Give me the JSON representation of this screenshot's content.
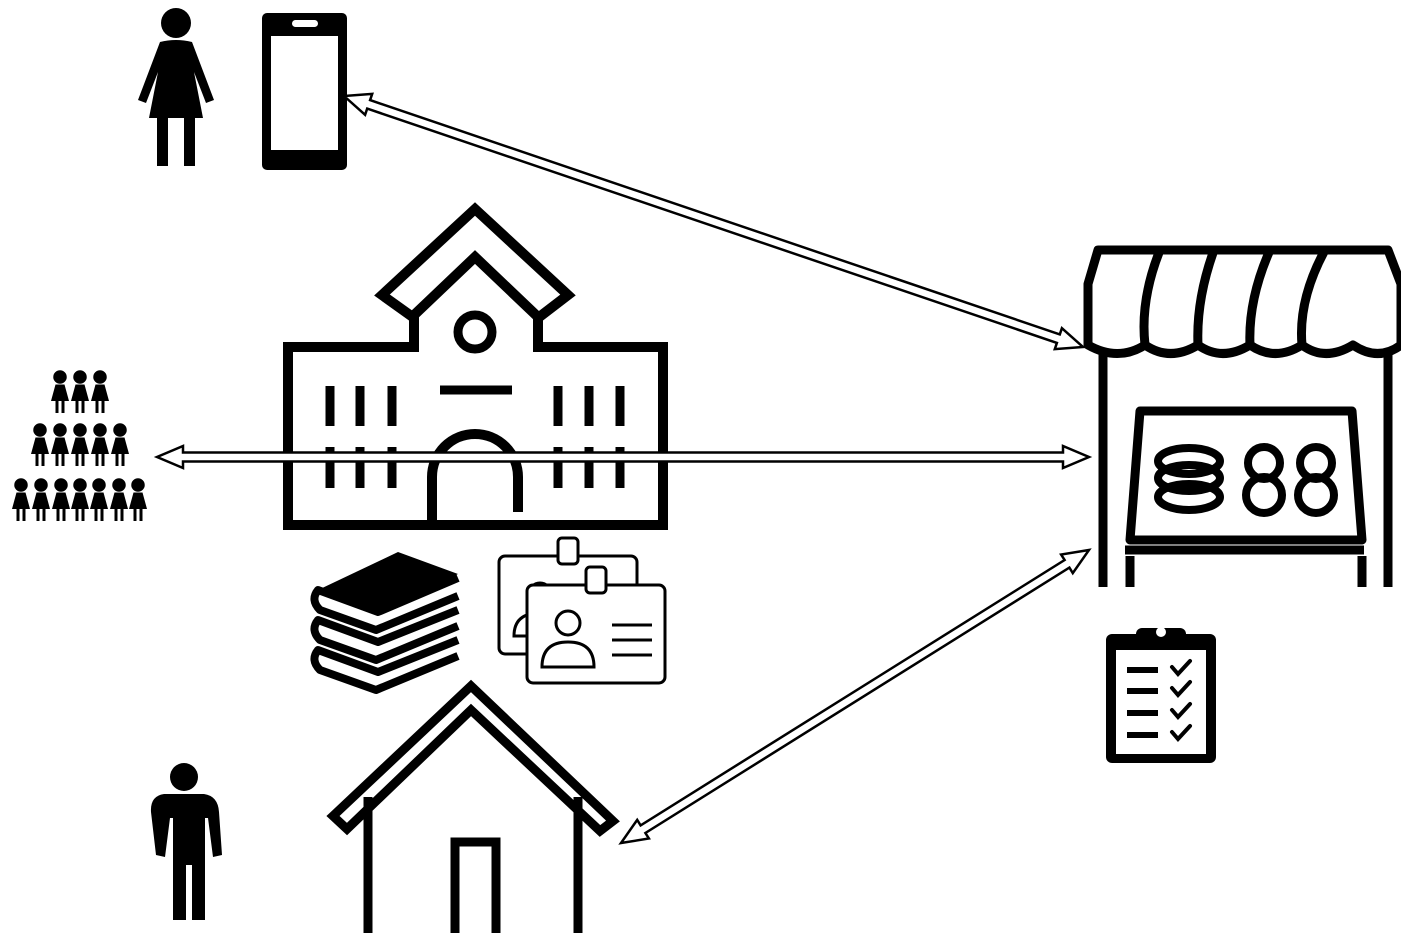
{
  "diagram": {
    "background": "#ffffff",
    "ink": "#000000",
    "nodes": [
      {
        "id": "woman",
        "icon": "woman-icon"
      },
      {
        "id": "phone",
        "icon": "smartphone-icon"
      },
      {
        "id": "crowd",
        "icon": "crowd-icon"
      },
      {
        "id": "school",
        "icon": "school-building-icon"
      },
      {
        "id": "books",
        "icon": "books-icon"
      },
      {
        "id": "id-cards",
        "icon": "id-cards-icon"
      },
      {
        "id": "man",
        "icon": "man-icon"
      },
      {
        "id": "house",
        "icon": "house-icon"
      },
      {
        "id": "shop",
        "icon": "market-stall-icon"
      },
      {
        "id": "clipboard",
        "icon": "checklist-clipboard-icon"
      }
    ],
    "connections": [
      {
        "from": "phone",
        "to": "shop",
        "style": "double-headed-outline-arrow"
      },
      {
        "from": "crowd",
        "to": "shop",
        "style": "double-headed-outline-arrow"
      },
      {
        "from": "house",
        "to": "shop",
        "style": "double-headed-outline-arrow"
      }
    ]
  }
}
